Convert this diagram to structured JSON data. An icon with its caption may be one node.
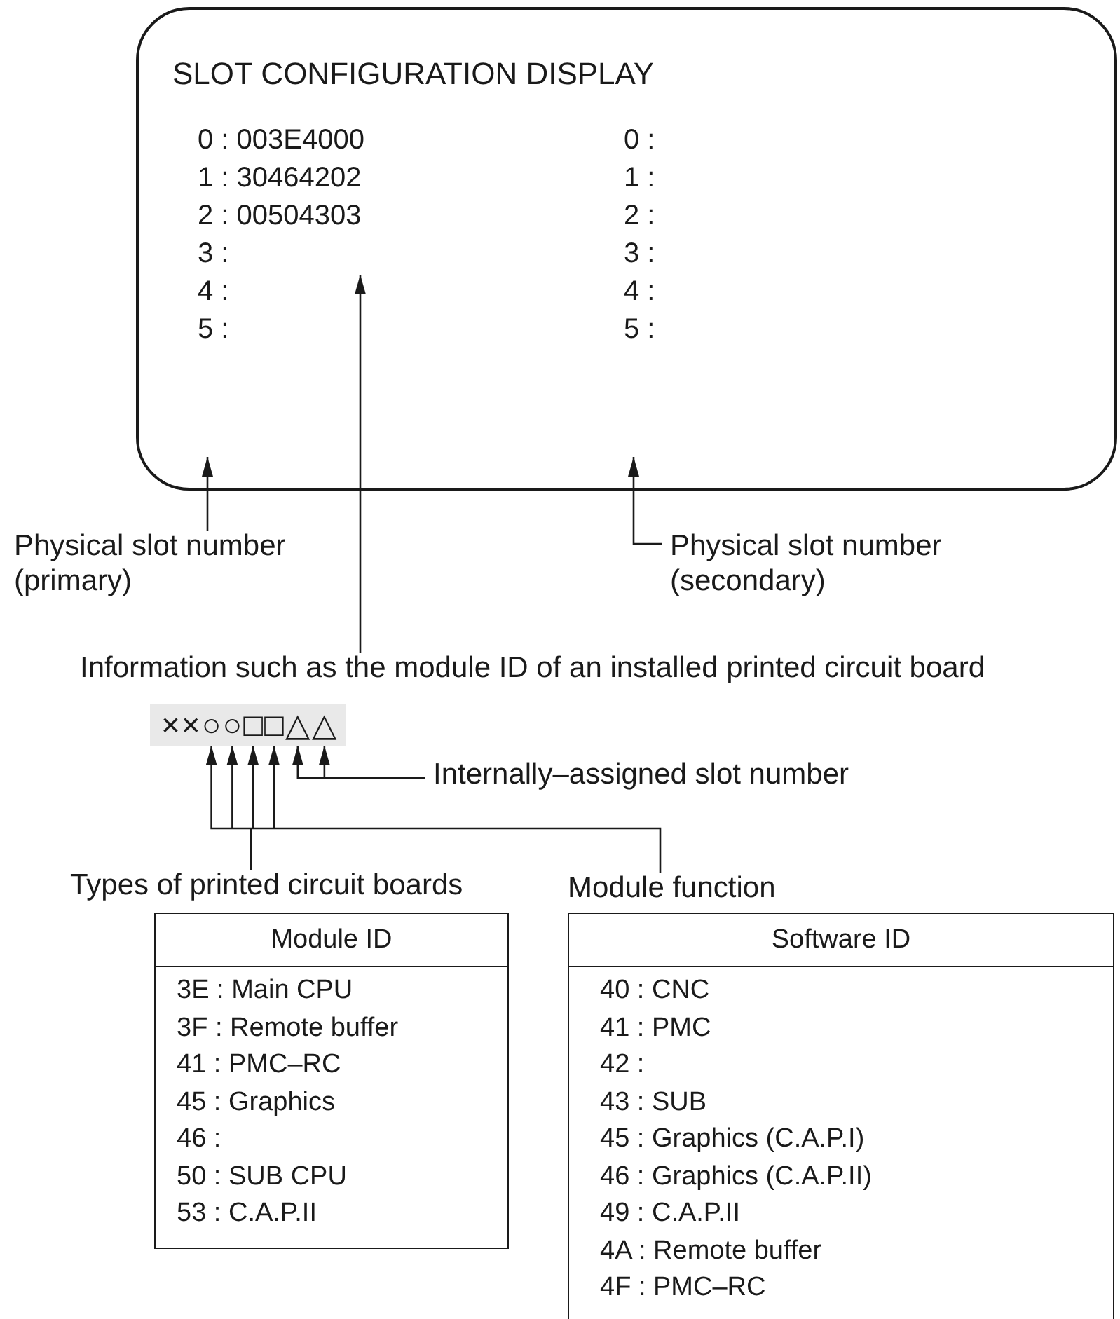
{
  "diagram": {
    "nodes": [
      {
        "text": [
          "SLOT CONFIGURATION DISPLAY"
        ]
      },
      {
        "text": [
          "Physical slot number (primary)"
        ]
      },
      {
        "text": [
          "Physical slot number (secondary)"
        ]
      },
      {
        "text": [
          "Information such as the module ID of an installed printed circuit board"
        ]
      },
      {
        "text": [
          "××○○□□△△"
        ]
      },
      {
        "text": [
          "Internally–assigned slot number"
        ]
      },
      {
        "text": [
          "Types of printed circuit boards"
        ]
      },
      {
        "text": [
          "Module function"
        ]
      },
      {
        "text": [
          "Module ID",
          "3E : Main CPU",
          "3F : Remote buffer",
          "41 : PMC–RC",
          "45 : Graphics",
          "46 :",
          "50 : SUB CPU",
          "53 : C.A.P.II"
        ]
      },
      {
        "text": [
          "Software ID",
          "40 : CNC",
          "41 : PMC",
          "42 :",
          "43 : SUB",
          "45 : Graphics (C.A.P.I)",
          "46 : Graphics (C.A.P.II)",
          "49 : C.A.P.II",
          "4A : Remote buffer",
          "4F : PMC–RC"
        ]
      }
    ],
    "edges": [
      {
        "from": 1,
        "to": 0,
        "arrow": "to"
      },
      {
        "from": 2,
        "to": 0,
        "arrow": "to"
      },
      {
        "from": 3,
        "to": 0,
        "arrow": "to"
      },
      {
        "from": 5,
        "to": 4,
        "arrow": "to"
      },
      {
        "from": 6,
        "to": 4,
        "arrow": "to"
      },
      {
        "from": 7,
        "to": 4,
        "arrow": "to"
      }
    ],
    "labels": [
      "0 : 003E4000",
      "0 :",
      "1 : 30464202",
      "1 :",
      "2 : 00504303",
      "2 :",
      "3 :",
      "3 :",
      "4 :",
      "4 :",
      "5 :",
      "5 :"
    ]
  }
}
